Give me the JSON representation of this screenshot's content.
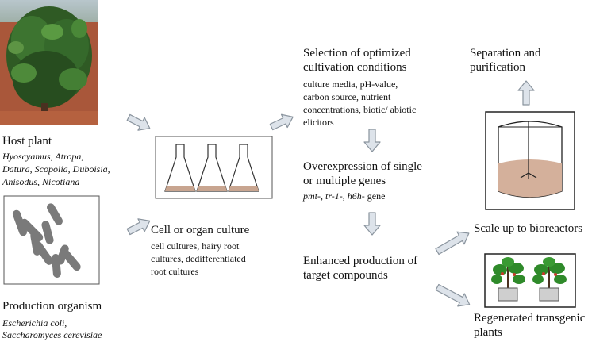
{
  "host": {
    "title": "Host plant",
    "species_line1": "Hyoscyamus, Atropa,",
    "species_line2": "Datura, Scopolia, Duboisia,",
    "species_line3": "Anisodus, Nicotiana"
  },
  "production": {
    "title": "Production organism",
    "species_line1": "Escherichia coli,",
    "species_line2": "Saccharomyces cerevisiae"
  },
  "culture": {
    "title": "Cell or organ culture",
    "line1": "cell cultures, hairy root",
    "line2": "cultures, dedifferentiated",
    "line3": "root cultures"
  },
  "selection": {
    "title_line1": "Selection of optimized",
    "title_line2": "cultivation conditions",
    "line1": "culture media, pH-value,",
    "line2": "carbon source, nutrient",
    "line3": "concentrations, biotic/ abiotic",
    "line4": "elicitors"
  },
  "overexpression": {
    "title_line1": "Overexpression of single",
    "title_line2": "or multiple genes",
    "genes": "pmt-, tr-1-, h6h-",
    "genes_suffix": " gene"
  },
  "enhanced": {
    "title_line1": "Enhanced production of",
    "title_line2": "target compounds"
  },
  "separation": {
    "line1": "Separation and",
    "line2": "purification"
  },
  "scale_up": {
    "label": "Scale up to bioreactors"
  },
  "regenerated": {
    "line1": "Regenerated transgenic",
    "line2": "plants"
  },
  "colors": {
    "arrow_fill": "#dde3ea",
    "arrow_stroke": "#8a949e",
    "medium": "#c8a590",
    "bacteria": "#7a7a7a",
    "plant_leaf": "#2f8a2a"
  }
}
